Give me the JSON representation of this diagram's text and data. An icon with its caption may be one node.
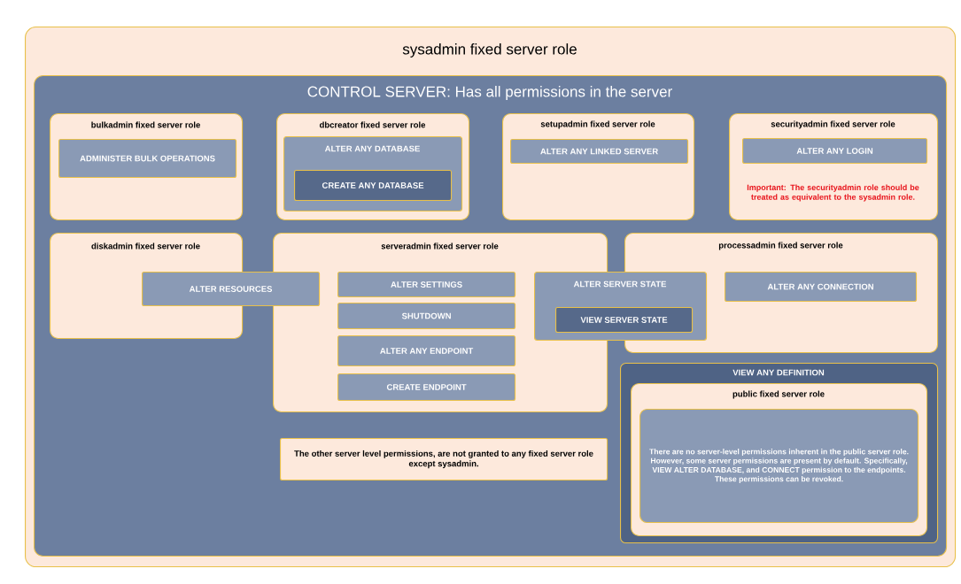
{
  "diagram": {
    "nodes": [
      {
        "text": [
          "sysadmin fixed server role"
        ]
      },
      {
        "text": [
          "CONTROL SERVER: Has all permissions in the server"
        ],
        "in": 0
      },
      {
        "text": [
          "bulkadmin fixed server role"
        ],
        "in": 1
      },
      {
        "text": [
          "ADMINISTER BULK OPERATIONS"
        ],
        "in": 2
      },
      {
        "text": [
          "dbcreator fixed server role"
        ],
        "in": 1
      },
      {
        "text": [
          "ALTER ANY DATABASE"
        ],
        "in": 4
      },
      {
        "text": [
          "CREATE ANY DATABASE"
        ],
        "in": 5
      },
      {
        "text": [
          "setupadmin fixed server role"
        ],
        "in": 1
      },
      {
        "text": [
          "ALTER ANY LINKED SERVER"
        ],
        "in": 7
      },
      {
        "text": [
          "securityadmin fixed server role",
          "Important: The securityadmin role should be treated as equivalent to the sysadmin role."
        ],
        "in": 1
      },
      {
        "text": [
          "ALTER ANY LOGIN"
        ],
        "in": 9
      },
      {
        "text": [
          "diskadmin fixed server role"
        ],
        "in": 1
      },
      {
        "text": [
          "ALTER RESOURCES"
        ],
        "in": 1
      },
      {
        "text": [
          "serveradmin fixed server role"
        ],
        "in": 1
      },
      {
        "text": [
          "ALTER SETTINGS"
        ],
        "in": 13
      },
      {
        "text": [
          "SHUTDOWN"
        ],
        "in": 13
      },
      {
        "text": [
          "ALTER ANY ENDPOINT"
        ],
        "in": 13
      },
      {
        "text": [
          "CREATE ENDPOINT"
        ],
        "in": 13
      },
      {
        "text": [
          "processadmin fixed server role"
        ],
        "in": 1
      },
      {
        "text": [
          "ALTER SERVER STATE"
        ],
        "in": 1
      },
      {
        "text": [
          "VIEW SERVER STATE"
        ],
        "in": 19
      },
      {
        "text": [
          "ALTER ANY CONNECTION"
        ],
        "in": 18
      },
      {
        "text": [
          "VIEW ANY DEFINITION"
        ],
        "in": 1
      },
      {
        "text": [
          "public fixed server role"
        ],
        "in": 22
      },
      {
        "text": [
          "There are no server-level permissions inherent in the public server role. However, some server permissions are present by default. Specifically, VIEW ALTER DATABASE, and CONNECT permission to the endpoints. These permissions can be revoked."
        ],
        "in": 23
      },
      {
        "text": [
          "The other server level permissions, are not granted to any fixed server role except sysadmin."
        ],
        "in": 1
      }
    ]
  }
}
